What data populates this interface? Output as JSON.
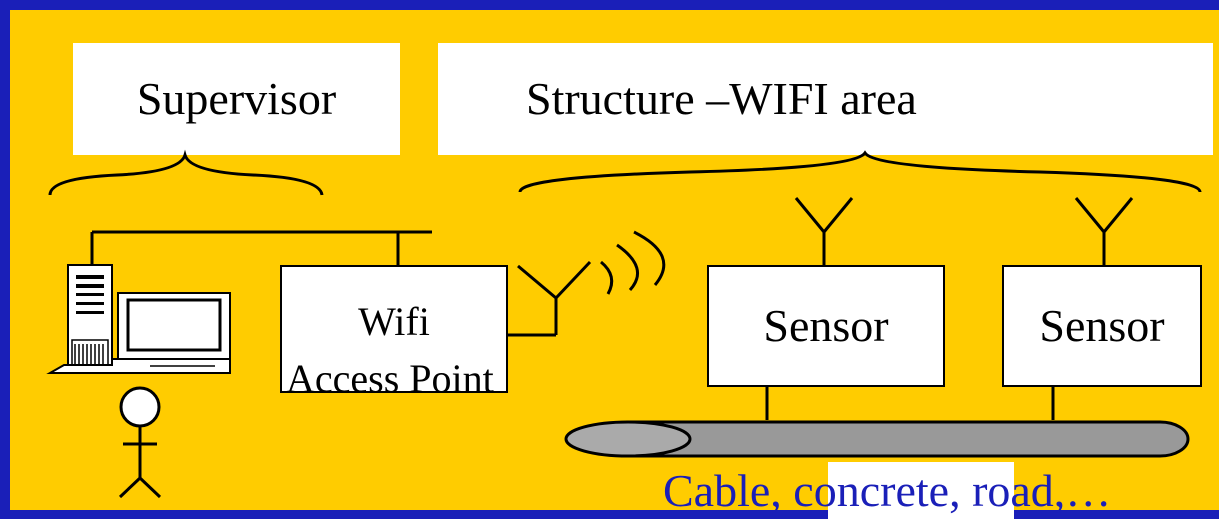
{
  "labels": {
    "supervisor": "Supervisor",
    "structure": "Structure –WIFI area"
  },
  "nodes": {
    "access_point_line1": "Wifi",
    "access_point_line2": "Access Point",
    "sensor_1": "Sensor",
    "sensor_2": "Sensor"
  },
  "caption": "Cable, concrete, road,…",
  "icons": [
    "computer-icon",
    "person-icon",
    "antenna-icon",
    "wifi-signal-icon",
    "cable-icon"
  ],
  "colors": {
    "background": "#1a1fb8",
    "panel": "#ffcc00",
    "box": "#ffffff",
    "cable": "#999999"
  }
}
